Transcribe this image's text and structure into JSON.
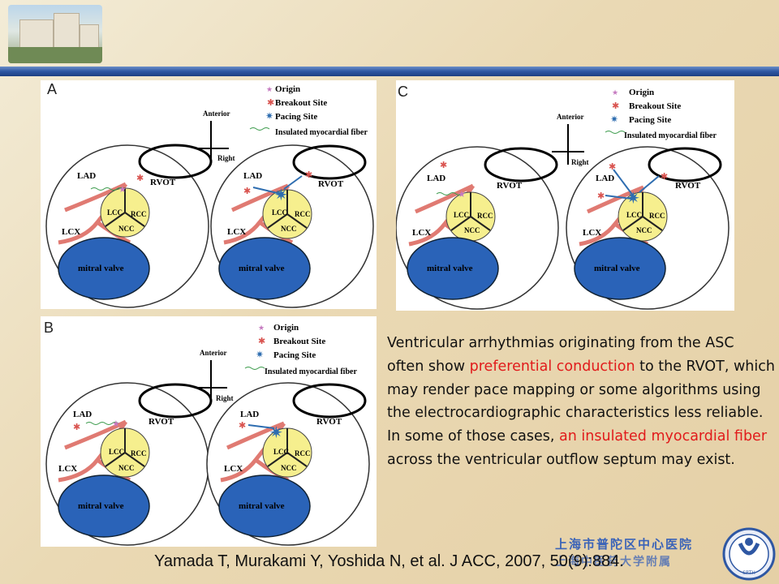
{
  "panels": {
    "A": {
      "label": "A"
    },
    "B": {
      "label": "B"
    },
    "C": {
      "label": "C"
    }
  },
  "legend": {
    "origin": "Origin",
    "breakout": "Breakout Site",
    "pacing": "Pacing Site",
    "fiber": "Insulated myocardial fiber"
  },
  "axes": {
    "anterior": "Anterior",
    "right": "Right"
  },
  "anatomy": {
    "lad": "LAD",
    "lcx": "LCX",
    "rvot": "RVOT",
    "lcc": "LCC",
    "rcc": "RCC",
    "ncc": "NCC",
    "mitral": "mitral valve"
  },
  "description": {
    "part1": "Ventricular arrhythmias originating from the ASC often show ",
    "highlight1": "preferential conduction",
    "part2": " to the RVOT, which may render pace mapping or some algorithms using the electrocardiographic characteristics less reliable. In some of those cases, ",
    "highlight2": "an insulated myocardial fiber",
    "part3": " across the ventricular outflow septum may exist."
  },
  "citation": "Yamada T, Murakami Y, Yoshida N, et al. J ACC, 2007, 50(9):884.",
  "hospital": {
    "name_line1": "上海市普陀区中心医院",
    "name_line2": "上海中医药大学附属",
    "logo_text": "SPTH"
  },
  "colors": {
    "highlight": "#e11b1b",
    "header_bar": "#2e57a3",
    "mitral": "#2a63b8",
    "cusp": "#f6ef8e",
    "artery": "#e07a72"
  }
}
